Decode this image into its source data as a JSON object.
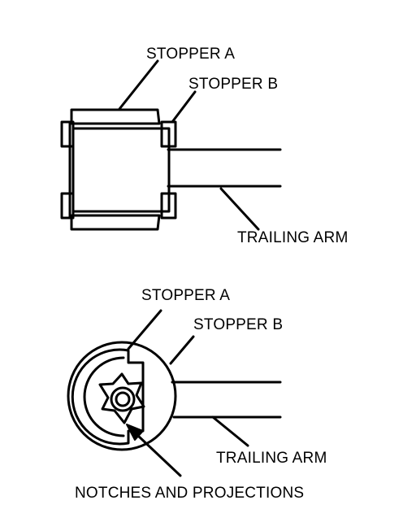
{
  "top_view": {
    "label_stopper_a": "STOPPER A",
    "label_stopper_b": "STOPPER B",
    "label_trailing_arm": "TRAILING ARM"
  },
  "end_view": {
    "label_stopper_a": "STOPPER A",
    "label_stopper_b": "STOPPER B",
    "label_trailing_arm": "TRAILING ARM",
    "label_notches": "NOTCHES AND PROJECTIONS"
  }
}
